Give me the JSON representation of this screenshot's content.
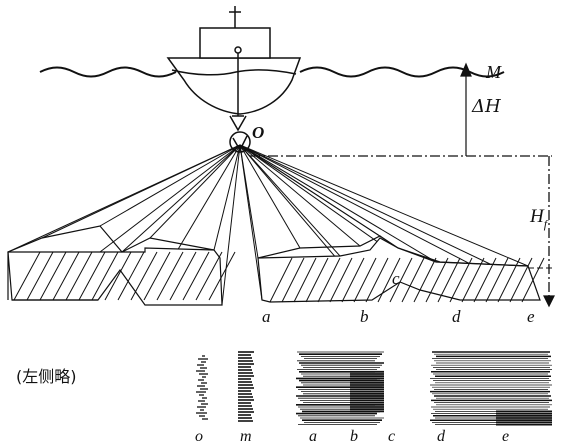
{
  "labels": {
    "origin": "O",
    "surface": "M",
    "depth_offset": "ΔH",
    "swath_depth": "H",
    "swath_depth_sub": "f",
    "points": [
      "a",
      "b",
      "c",
      "d",
      "e"
    ],
    "side_note": "(左侧略)",
    "record_o": "o",
    "record_m": "m",
    "record_a": "a",
    "record_b": "b",
    "record_c": "c",
    "record_d": "d",
    "record_e": "e"
  }
}
